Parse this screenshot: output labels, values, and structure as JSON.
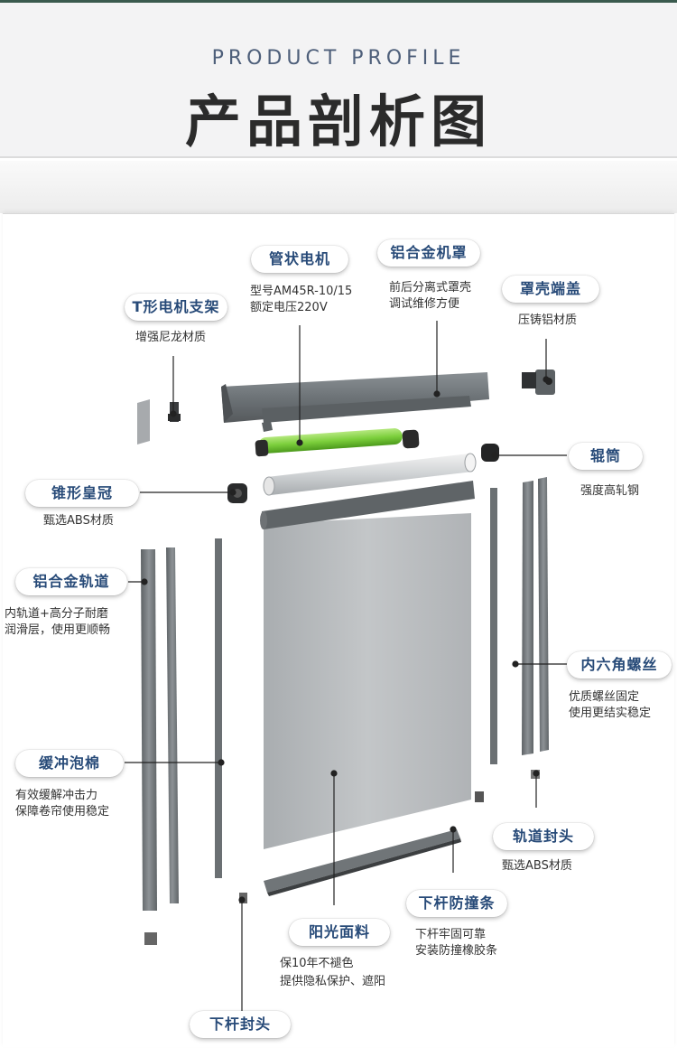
{
  "header": {
    "subtitle": "PRODUCT PROFILE",
    "title": "产品剖析图"
  },
  "parts": {
    "motor": {
      "label": "管状电机",
      "lines": [
        "型号AM45R-10/15",
        "额定电压220V"
      ]
    },
    "housing": {
      "label": "铝合金机罩",
      "lines": [
        "前后分离式罩壳",
        "调试维修方便"
      ]
    },
    "end_cap": {
      "label": "罩壳端盖",
      "lines": [
        "压铸铝材质"
      ]
    },
    "bracket": {
      "label": "T形电机支架",
      "lines": [
        "增强尼龙材质"
      ]
    },
    "roller": {
      "label": "辊筒",
      "lines": [
        "强度高轧钢"
      ]
    },
    "crown": {
      "label": "锥形皇冠",
      "lines": [
        "甄选ABS材质"
      ]
    },
    "rail": {
      "label": "铝合金轨道",
      "lines": [
        "内轨道+高分子耐磨",
        "润滑层，使用更顺畅"
      ]
    },
    "screw": {
      "label": "内六角螺丝",
      "lines": [
        "优质螺丝固定",
        "使用更结实稳定"
      ]
    },
    "foam": {
      "label": "缓冲泡棉",
      "lines": [
        "有效缓解冲击力",
        "保障卷帘使用稳定"
      ]
    },
    "rail_cap": {
      "label": "轨道封头",
      "lines": [
        "甄选ABS材质"
      ]
    },
    "bottom_bar": {
      "label": "下杆防撞条",
      "lines": [
        "下杆牢固可靠",
        "安装防撞橡胶条"
      ]
    },
    "fabric": {
      "label": "阳光面料",
      "lines": [
        "保10年不褪色",
        "提供隐私保护、遮阳"
      ]
    },
    "bar_cap": {
      "label": "下杆封头"
    }
  },
  "colors": {
    "label_text": "#274a78",
    "subtitle": "#4e5f7a",
    "metal": "#6f7478",
    "motor_green": "#7ccf3c",
    "fabric": "#b9bcbf"
  }
}
